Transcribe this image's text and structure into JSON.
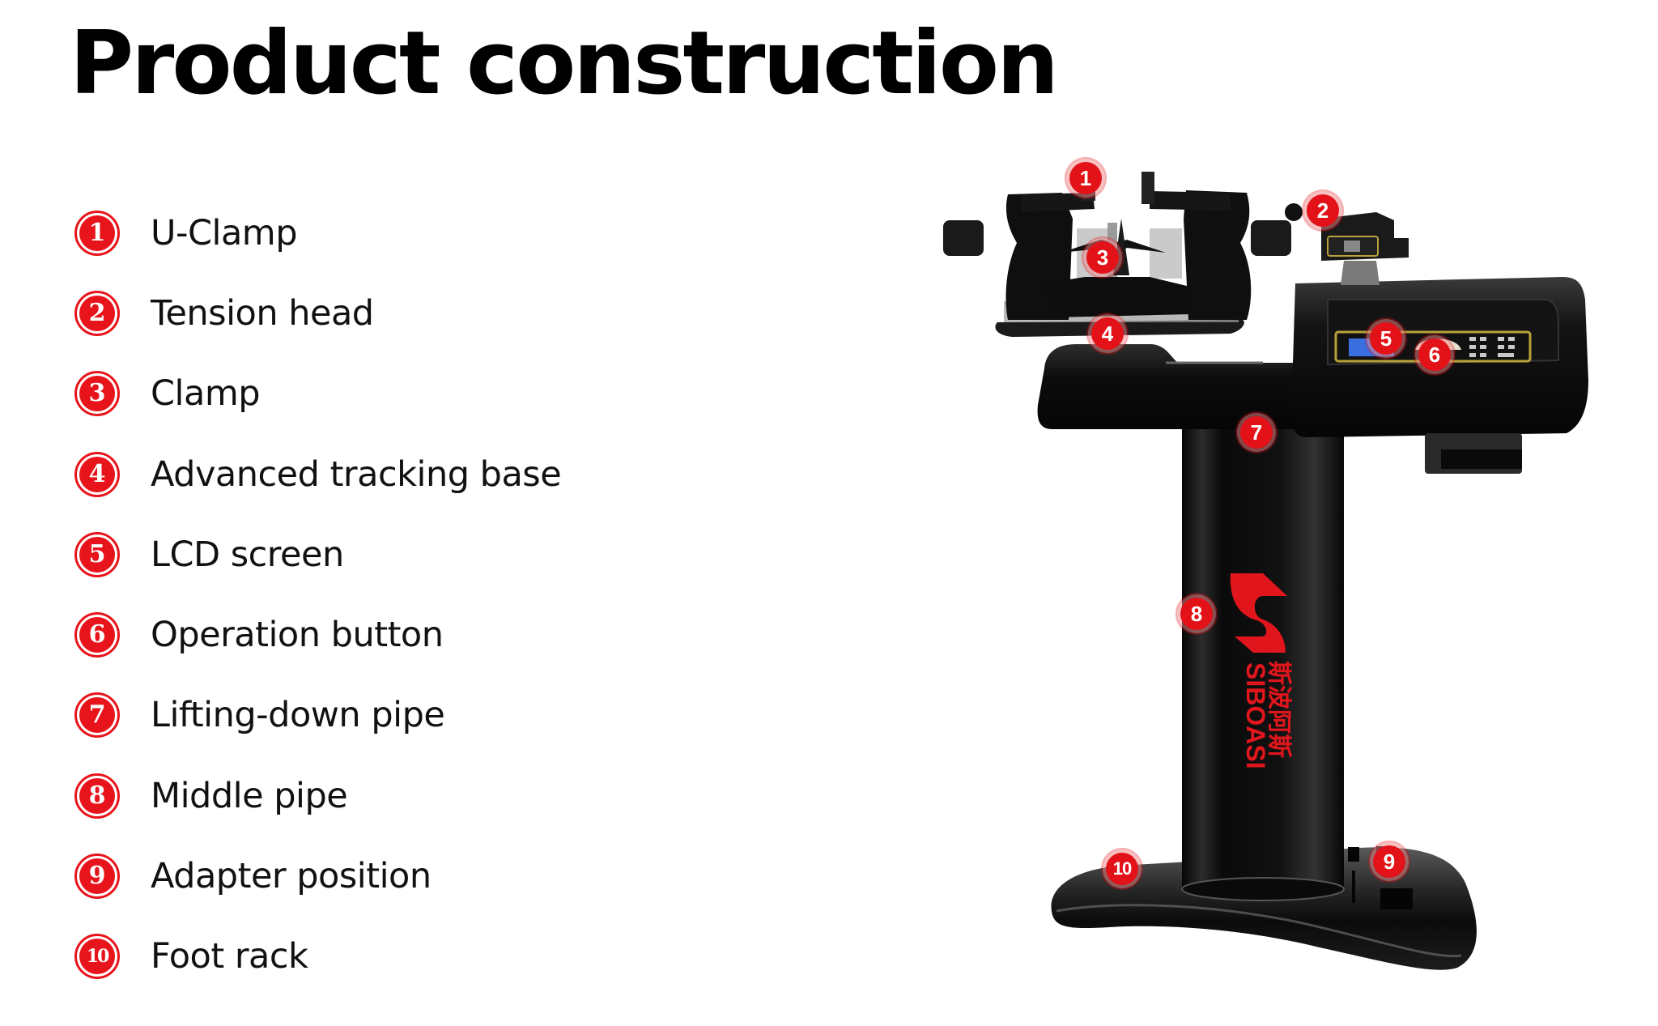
{
  "page": {
    "title": "Product construction"
  },
  "parts": [
    {
      "number": "1",
      "label": "U-Clamp"
    },
    {
      "number": "2",
      "label": "Tension head"
    },
    {
      "number": "3",
      "label": "Clamp"
    },
    {
      "number": "4",
      "label": "Advanced tracking base"
    },
    {
      "number": "5",
      "label": "LCD screen"
    },
    {
      "number": "6",
      "label": "Operation button"
    },
    {
      "number": "7",
      "label": "Lifting-down pipe"
    },
    {
      "number": "8",
      "label": "Middle pipe"
    },
    {
      "number": "9",
      "label": "Adapter position"
    },
    {
      "number": "10",
      "label": "Foot rack"
    }
  ],
  "product_image": {
    "brand_name_latin": "SIBOASI",
    "brand_name_cn": "斯波阿斯",
    "brand_mark": "SS",
    "markers": [
      "1",
      "2",
      "3",
      "4",
      "5",
      "6",
      "7",
      "8",
      "9",
      "10"
    ]
  },
  "colors": {
    "accent_red": "#e8141b",
    "machine_black": "#0d0d0d",
    "lcd_blue": "#3a6fe0",
    "panel_gold": "#b9a23a"
  }
}
